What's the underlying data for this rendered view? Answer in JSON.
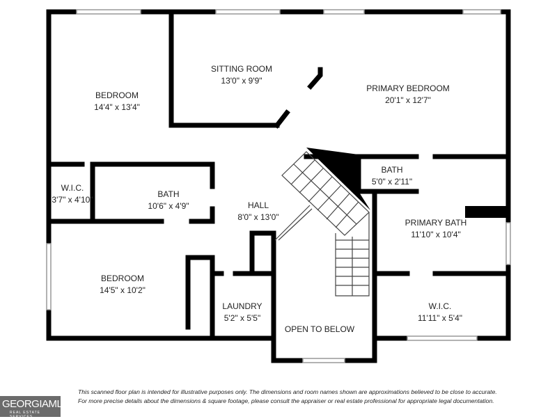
{
  "rooms": [
    {
      "name": "BEDROOM",
      "dims": "14'4\" x 13'4\""
    },
    {
      "name": "SITTING ROOM",
      "dims": "13'0\" x 9'9\""
    },
    {
      "name": "PRIMARY BEDROOM",
      "dims": "20'1\" x 12'7\""
    },
    {
      "name": "W.I.C.",
      "dims": "3'7\" x 4'10\""
    },
    {
      "name": "BATH",
      "dims": "10'6\" x 4'9\""
    },
    {
      "name": "HALL",
      "dims": "8'0\" x 13'0\""
    },
    {
      "name": "BATH",
      "dims": "5'0\" x 2'11\""
    },
    {
      "name": "PRIMARY BATH",
      "dims": "11'10\" x 10'4\""
    },
    {
      "name": "BEDROOM",
      "dims": "14'5\" x 10'2\""
    },
    {
      "name": "LAUNDRY",
      "dims": "5'2\" x 5'5\""
    },
    {
      "name": "OPEN TO BELOW",
      "dims": ""
    },
    {
      "name": "W.I.C.",
      "dims": "11'11\" x 5'4\""
    }
  ],
  "disclaimer": {
    "line1": "This scanned floor plan is intended for illustrative purposes only. The dimensions and room names shown are approximations believed to be close to accurate.",
    "line2": "For more precise details about the dimensions & square footage, please consult the appraiser or real estate professional for appropriate legal documentation."
  },
  "logo": {
    "text": "GEORGIAMLS",
    "subtext": "REAL ESTATE SERVICES"
  },
  "colors": {
    "wall": "#000000",
    "logo_bg": "#6b6b6b"
  }
}
